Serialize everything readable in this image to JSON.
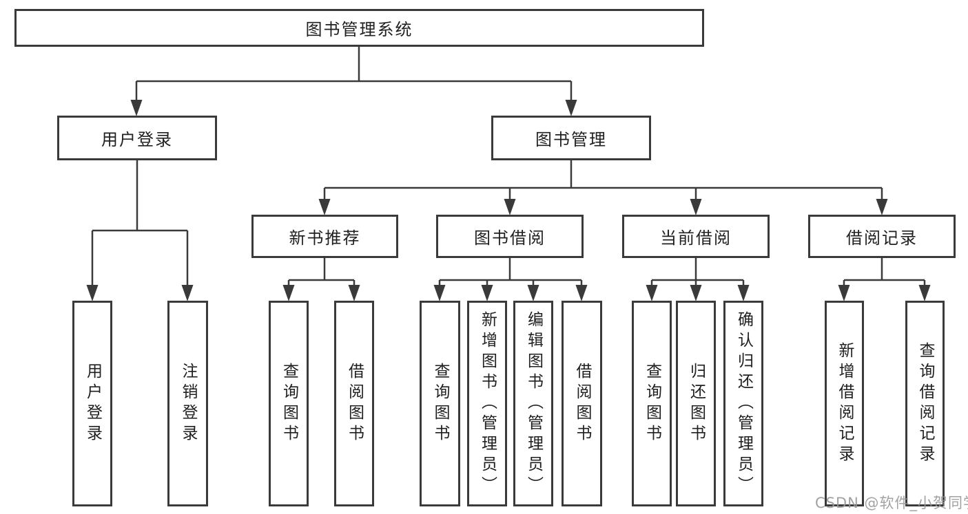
{
  "diagram": {
    "root": "图书管理系统",
    "user_login": {
      "label": "用户登录",
      "children": [
        "用户登录",
        "注销登录"
      ]
    },
    "book_mgmt": {
      "label": "图书管理",
      "sections": [
        {
          "label": "新书推荐",
          "children": [
            "查询图书",
            "借阅图书"
          ]
        },
        {
          "label": "图书借阅",
          "children": [
            "查询图书",
            "新增图书（管理员）",
            "编辑图书（管理员）",
            "借阅图书"
          ]
        },
        {
          "label": "当前借阅",
          "children": [
            "查询图书",
            "归还图书",
            "确认归还（管理员）"
          ]
        },
        {
          "label": "借阅记录",
          "children": [
            "新增借阅记录",
            "查询借阅记录"
          ]
        }
      ]
    }
  },
  "watermark": {
    "text": "CSDN @软件_小贺同学"
  },
  "colors": {
    "line": "#3a3a3a",
    "text": "#1f1f1f",
    "watermark": "#989898",
    "background": "#ffffff"
  }
}
